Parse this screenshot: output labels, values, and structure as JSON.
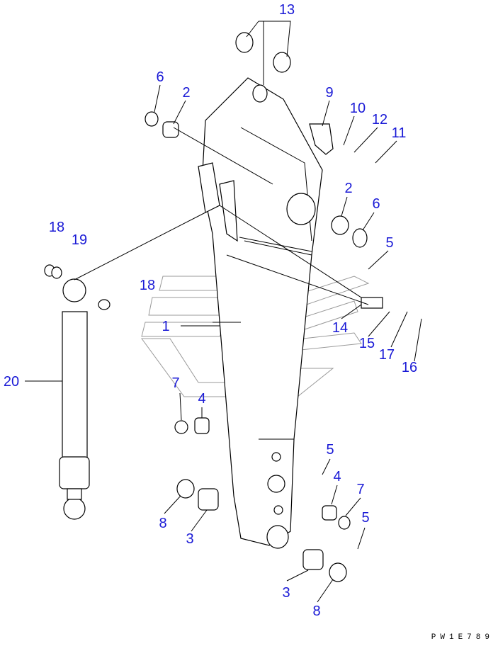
{
  "title": "Arm parts diagram",
  "callouts": [
    "13",
    "6",
    "2",
    "9",
    "10",
    "12",
    "11",
    "2",
    "6",
    "5",
    "18",
    "19",
    "18",
    "1",
    "14",
    "15",
    "17",
    "16",
    "20",
    "7",
    "4",
    "5",
    "4",
    "7",
    "5",
    "8",
    "3",
    "3",
    "8"
  ],
  "drawing_code": "PW1E789",
  "colors": {
    "callout": "#1a1ad6",
    "line": "#000000"
  }
}
